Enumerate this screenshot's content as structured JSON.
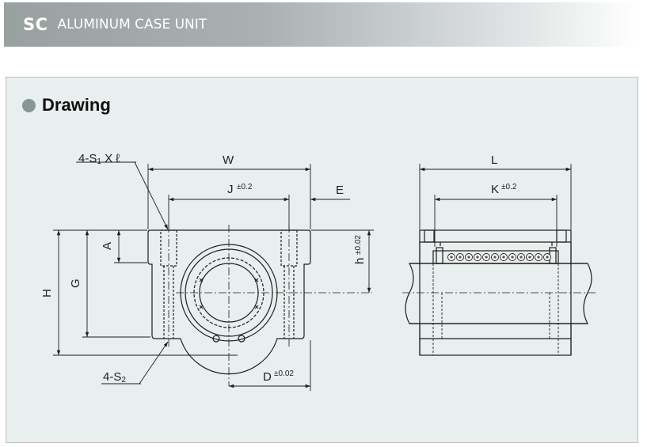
{
  "header": {
    "code": "SC",
    "title": "ALUMINUM CASE UNIT"
  },
  "section": {
    "title": "Drawing"
  },
  "front_view": {
    "callout_top": "4-S",
    "callout_top_sub": "1",
    "callout_top_tail": " X ℓ",
    "callout_bottom": "4-S",
    "callout_bottom_sub": "2",
    "dim_W": "W",
    "dim_J": "J",
    "dim_J_tol": "±0.2",
    "dim_E": "E",
    "dim_A": "A",
    "dim_G": "G",
    "dim_H": "H",
    "dim_h": "h",
    "dim_h_tol": "±0.02",
    "dim_D": "D",
    "dim_D_tol": "±0.02"
  },
  "side_view": {
    "dim_L": "L",
    "dim_K": "K",
    "dim_K_tol": "±0.2",
    "ball_count": 12
  },
  "colors": {
    "line": "#1e1e1e",
    "panel": "#e9eeee",
    "banner_start": "#98a0a0"
  }
}
